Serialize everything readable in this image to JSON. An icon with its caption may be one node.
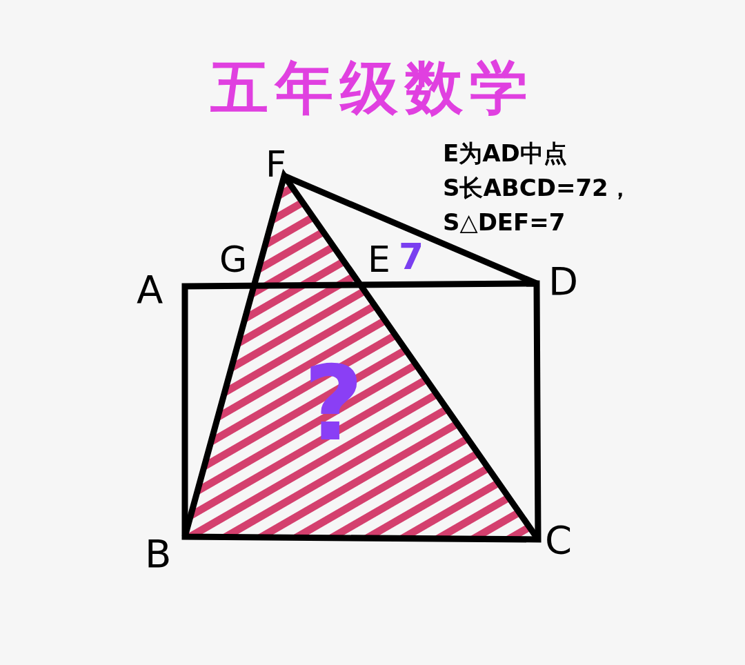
{
  "diagram": {
    "title": "五年级数学",
    "labels": [
      "F",
      "E为AD中点",
      "S长ABCD=72，",
      "S△DEF=7",
      "G",
      "E",
      "7",
      "A",
      "D",
      "?",
      "B",
      "C"
    ]
  }
}
